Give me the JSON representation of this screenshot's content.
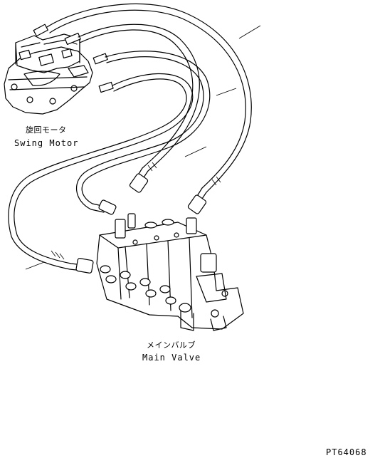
{
  "labels": {
    "swing_motor_ja": "旋回モータ",
    "swing_motor_en": "Swing Motor",
    "main_valve_ja": "メインバルブ",
    "main_valve_en": "Main Valve",
    "figure_code": "PT64068"
  },
  "colors": {
    "ink": "#000000",
    "paper": "#ffffff"
  }
}
